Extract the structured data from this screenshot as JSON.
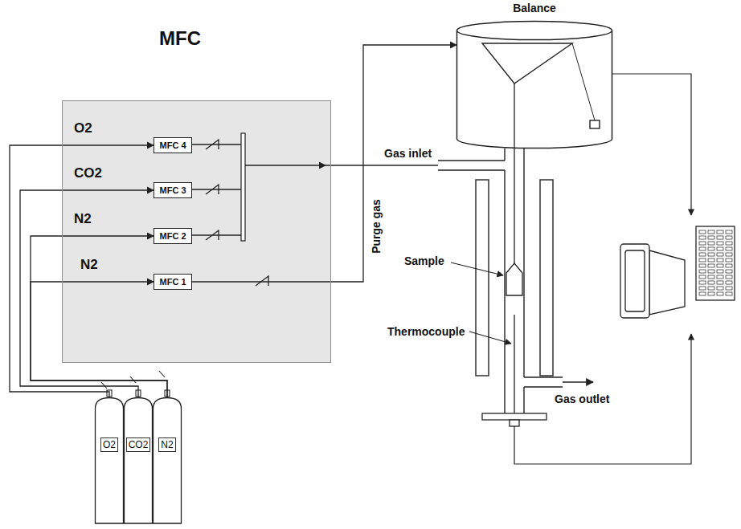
{
  "diagram": {
    "nodes": [
      {
        "text": [
          "MFC"
        ]
      },
      {
        "text": [
          "MFC 4"
        ],
        "in": 0
      },
      {
        "text": [
          "MFC 3"
        ],
        "in": 0
      },
      {
        "text": [
          "MFC 2"
        ],
        "in": 0
      },
      {
        "text": [
          "MFC 1"
        ],
        "in": 0
      },
      {
        "text": [
          "O2"
        ]
      },
      {
        "text": [
          "CO2"
        ]
      },
      {
        "text": [
          "N2"
        ]
      },
      {
        "text": [
          "Balance"
        ]
      }
    ],
    "edges": [
      {
        "from": 5,
        "to": 1,
        "arrow": "to"
      },
      {
        "from": 6,
        "to": 2,
        "arrow": "to"
      },
      {
        "from": 7,
        "to": 3,
        "arrow": "to"
      },
      {
        "from": 7,
        "to": 4,
        "arrow": "to"
      },
      {
        "from": 4,
        "to": 8,
        "label": "Purge gas",
        "arrow": "to"
      }
    ],
    "labels": [
      "O2",
      "CO2",
      "N2",
      "N2",
      "Gas inlet",
      "Sample",
      "Thermocouple",
      "Gas outlet"
    ]
  }
}
